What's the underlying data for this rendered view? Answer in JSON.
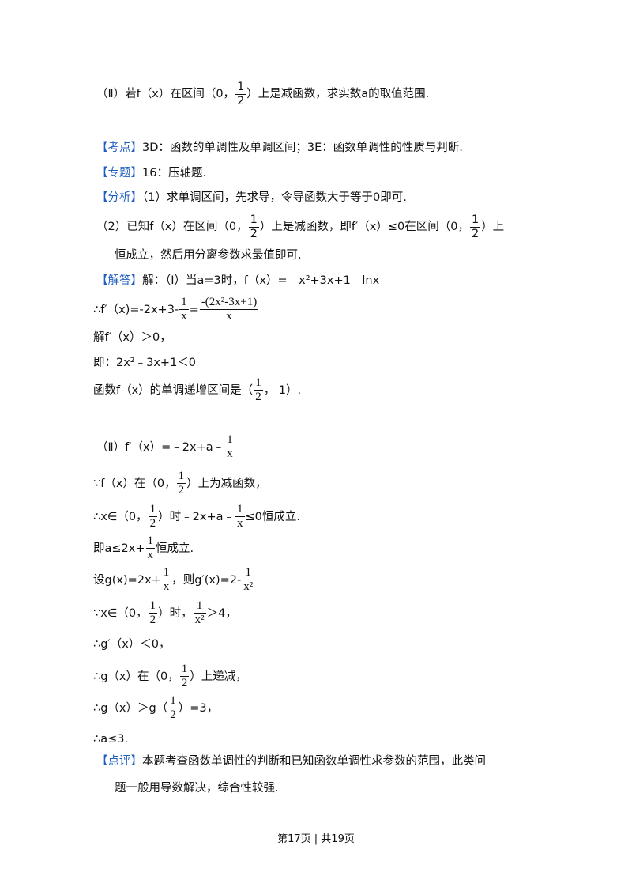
{
  "q2": {
    "prefix": "（Ⅱ）若f（x）在区间（0，",
    "half_num": "1",
    "half_den": "2",
    "suffix": "）上是减函数，求实数a的取值范围."
  },
  "kaodian": {
    "tag": "【考点】",
    "text": "3D：函数的单调性及单调区间；3E：函数单调性的性质与判断."
  },
  "zhuanti": {
    "tag": "【专题】",
    "text": "16：压轴题."
  },
  "fenxi": {
    "tag": "【分析】",
    "l1": "（1）求单调区间，先求导，令导函数大于等于0即可.",
    "l2a": "（2）已知f（x）在区间（0，",
    "l2b": "）上是减函数，即f′（x）≤0在区间（0，",
    "l2c": "）上",
    "l3": "恒成立，然后用分离参数求最值即可."
  },
  "jieda": {
    "tag": "【解答】",
    "l1": "解：（Ⅰ）当a=3时，f（x）=﹣x²+3x+1﹣lnx",
    "l2a": "∴f′（x)=-2x+3-",
    "l2_num": "1",
    "l2_den": "x",
    "l2_eq": "=",
    "l2_num2": "-(2x²-3x+1)",
    "l2_den2": "x",
    "l3": "解f′（x）＞0，",
    "l4": "即：2x²﹣3x+1＜0",
    "l5a": "函数f（x）的单调递增区间是（",
    "l5b": "，  1）."
  },
  "part2": {
    "p1a": "（Ⅱ）f′（x）=﹣2x+a﹣",
    "p2a": "∵f（x）在（0，",
    "p2b": "）上为减函数，",
    "p3a": "∴x∈（0，",
    "p3b": "）时﹣2x+a﹣",
    "p3c": "≤0恒成立.",
    "p4a": "即a≤2x+",
    "p4b": "恒成立.",
    "p5a": "设g(x)=2x+",
    "p5b": "，则g′(x)=2-",
    "p5_den": "x²",
    "p6a": "∵x∈（0，",
    "p6b": "）时，",
    "p6c": "＞4，",
    "p7": "∴g′（x）＜0，",
    "p8a": "∴g（x）在（0，",
    "p8b": "）上递减，",
    "p9a": "∴g（x）＞g（",
    "p9b": "）=3，",
    "p10": "∴a≤3."
  },
  "dianping": {
    "tag": "【点评】",
    "l1": "本题考查函数单调性的判断和已知函数单调性求参数的范围，此类问",
    "l2": "题一般用导数解决，综合性较强."
  },
  "footer": "第17页 | 共19页",
  "colors": {
    "tag": "#1f5fbf",
    "text": "#111111"
  }
}
